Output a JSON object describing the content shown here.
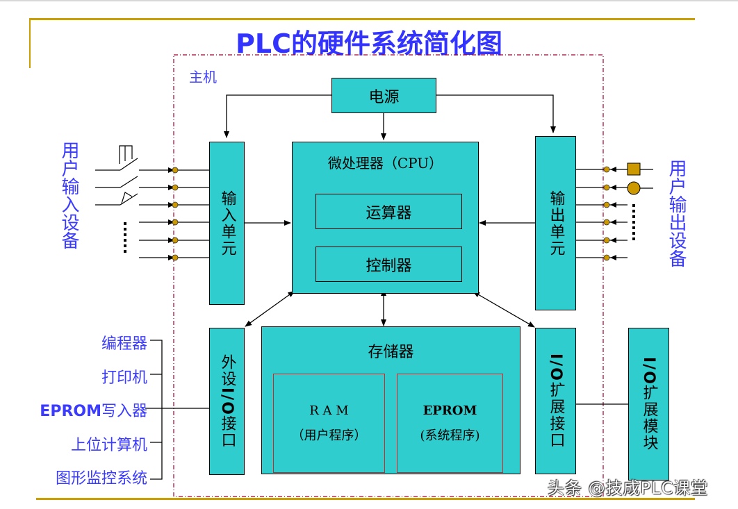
{
  "title": "PLC的硬件系统简化图",
  "host": {
    "label": "主机"
  },
  "power": {
    "label": "电源"
  },
  "cpu": {
    "label": "微处理器（CPU）",
    "alu": "运算器",
    "controller": "控制器"
  },
  "input_unit": {
    "label": "输入单元"
  },
  "output_unit": {
    "label": "输出单元"
  },
  "user_input_devices": {
    "label": "用户输入设备",
    "line_count": 6
  },
  "user_output_devices": {
    "label": "用户输出设备",
    "line_count": 6
  },
  "peripheral_io": {
    "label_prefix": "外设",
    "label_io": "I/O",
    "label_suffix": "接口"
  },
  "memory": {
    "label": "存储器",
    "ram": {
      "name": "R A M",
      "desc": "（用户程序）"
    },
    "eprom": {
      "name": "EPROM",
      "desc": "(系统程序)"
    }
  },
  "io_expansion_interface": {
    "label_io": "I/O",
    "label_suffix": "扩展接口"
  },
  "io_expansion_module": {
    "label_io": "I/O",
    "label_suffix": "扩展模块"
  },
  "peripherals": [
    {
      "label": "编程器"
    },
    {
      "label_prefix": "EPROM",
      "label": "写入器"
    },
    {
      "label": "打印机"
    },
    {
      "label": "上位计算机"
    },
    {
      "label": "图形监控系统"
    }
  ],
  "watermark": "头条 @技成PLC课堂",
  "colors": {
    "box_fill": "#2fcdcd",
    "title_blue": "#3333ff",
    "terminal_gold": "#cc9900",
    "frame_gold": "#c9a000",
    "host_border": "#a00030",
    "memory_inner": "#e02020"
  }
}
